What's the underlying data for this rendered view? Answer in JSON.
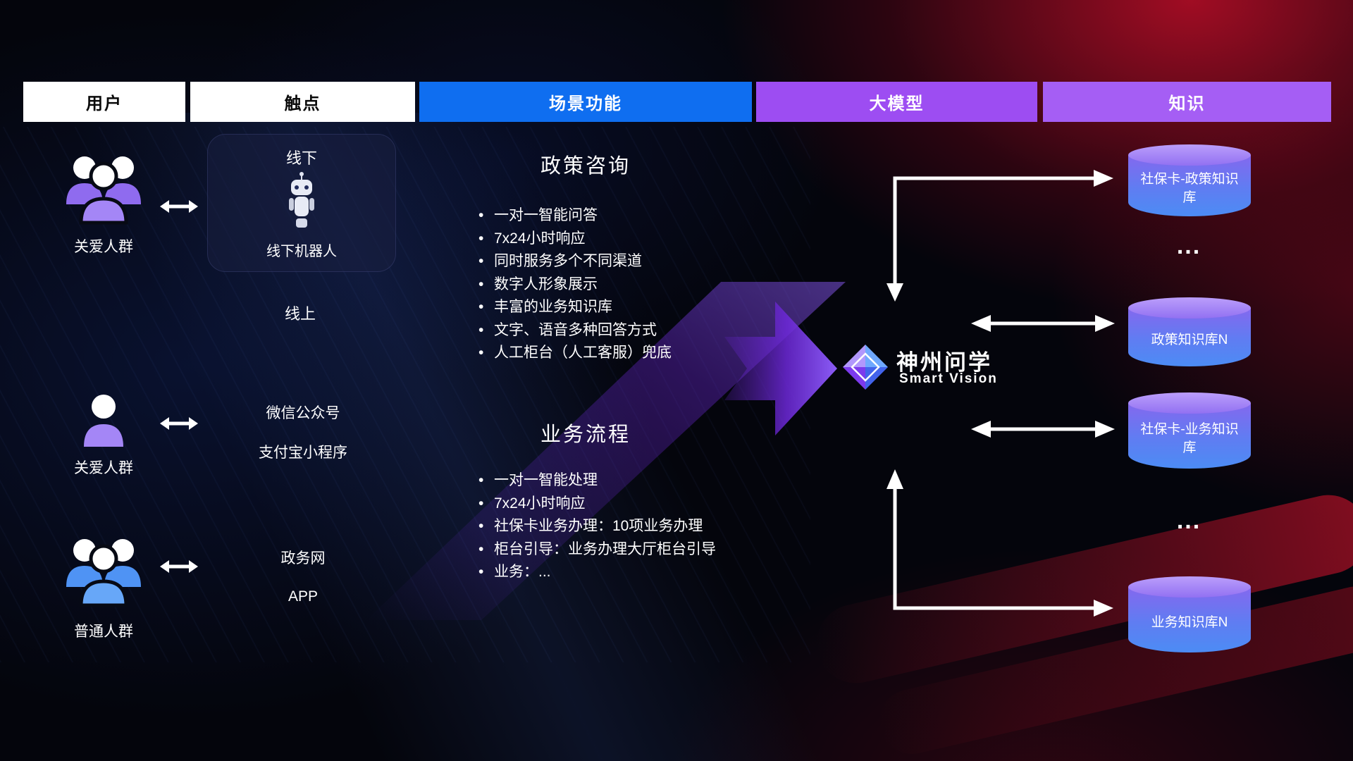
{
  "header": {
    "users": "用户",
    "touchpoints": "触点",
    "scenarios": "场景功能",
    "model": "大模型",
    "knowledge": "知识"
  },
  "users": [
    {
      "label": "关爱人群",
      "icon": "group-people-icon",
      "color": "#9b79f3"
    },
    {
      "label": "关爱人群",
      "icon": "single-person-icon",
      "color": "#9b79f3"
    },
    {
      "label": "普通人群",
      "icon": "group-people-icon",
      "color": "#5b9df6"
    }
  ],
  "touchpoints": {
    "offline_title": "线下",
    "offline_robot": "线下机器人",
    "online_title": "线上",
    "wechat": "微信公众号",
    "alipay": "支付宝小程序",
    "gov": "政务网",
    "app": "APP"
  },
  "scenarios": [
    {
      "title": "政策咨询",
      "items": [
        "一对一智能问答",
        "7x24小时响应",
        "同时服务多个不同渠道",
        "数字人形象展示",
        "丰富的业务知识库",
        "文字、语音多种回答方式",
        "人工柜台（人工客服）兜底"
      ]
    },
    {
      "title": "业务流程",
      "items": [
        "一对一智能处理",
        "7x24小时响应",
        "社保卡业务办理：10项业务办理",
        "柜台引导：业务办理大厅柜台引导",
        "业务：..."
      ]
    }
  ],
  "model": {
    "name": "神州问学",
    "subtitle": "Smart Vision"
  },
  "knowledge": {
    "db1": "社保卡-政策知识库",
    "ellipsis1": "...",
    "db2": "政策知识库N",
    "db3": "社保卡-业务知识库",
    "ellipsis2": "...",
    "db4": "业务知识库N"
  },
  "colors": {
    "header_blue": "#0f6ef0",
    "header_purple": "#9d4df2",
    "people_purple": "#9b79f3",
    "people_blue": "#5b9df6",
    "cylinder_top": "#bb9efb",
    "cylinder_body_top": "#8468ee",
    "cylinder_body_bottom": "#4c8cf4",
    "big_arrow_purple": "#8b5cf6",
    "connector_white": "#ffffff",
    "background_red": "#c80f2a"
  }
}
